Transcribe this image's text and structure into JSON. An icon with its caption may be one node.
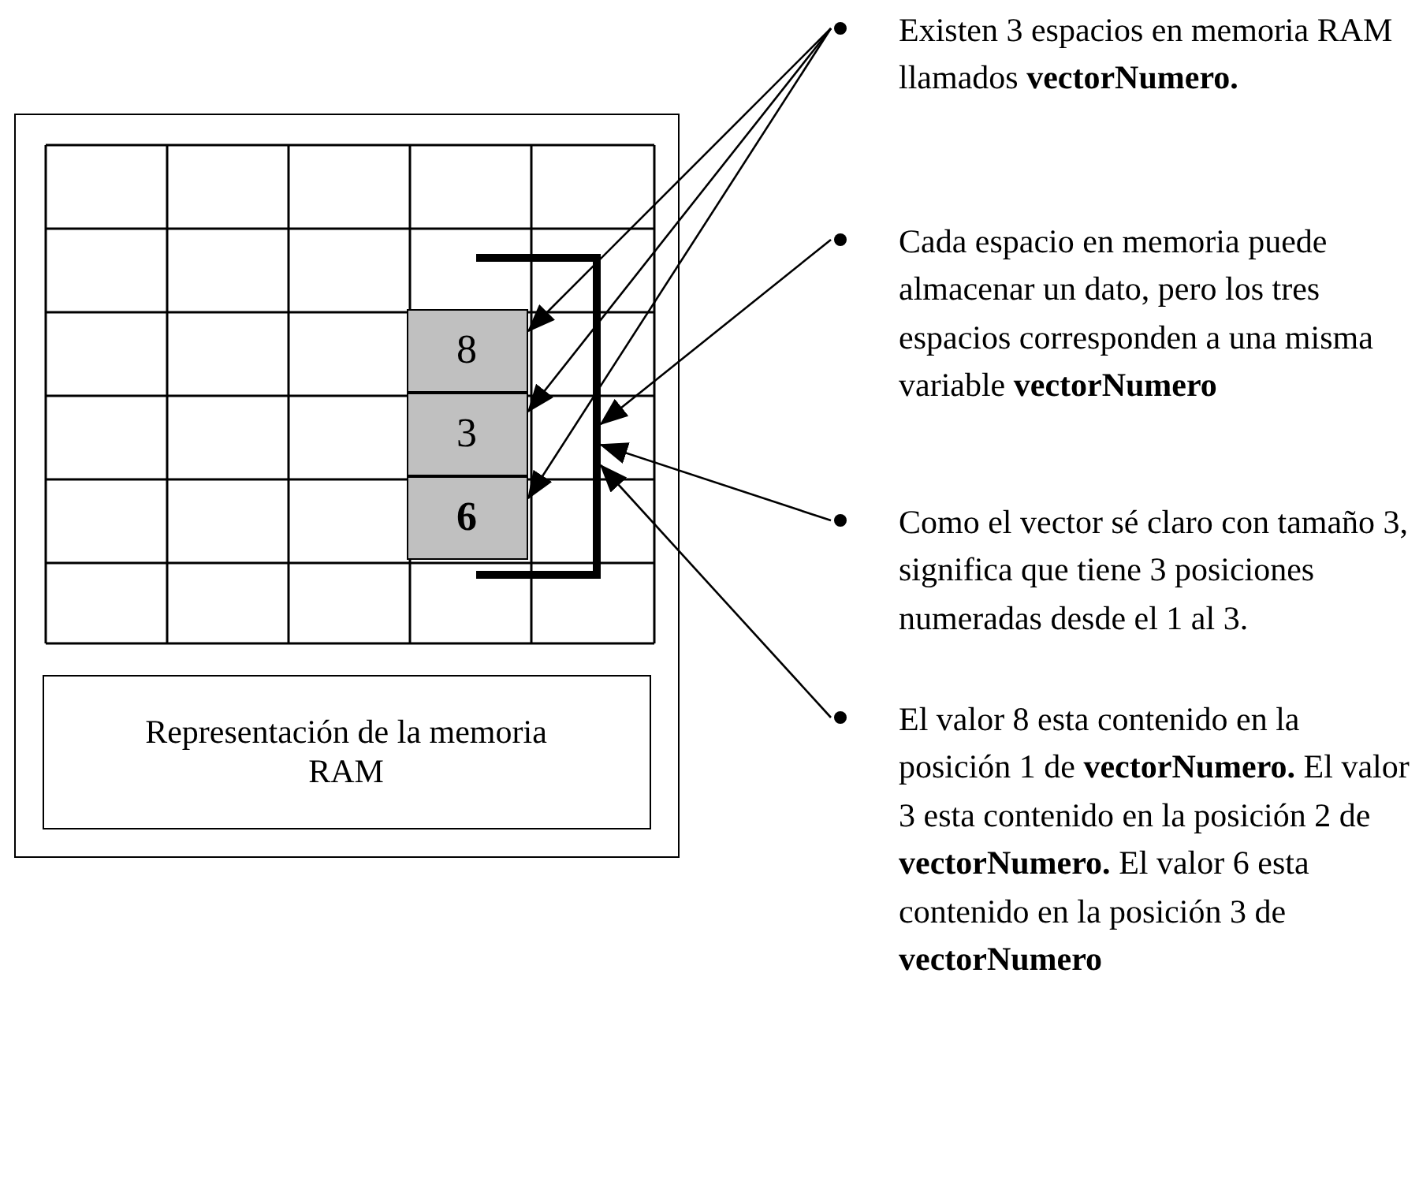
{
  "diagram": {
    "nodes": [
      {
        "text": [],
        "shape": "box"
      },
      {
        "text": [
          "Representación de la memoria RAM"
        ],
        "in": 0
      },
      {
        "text": [
          "8"
        ],
        "in": 0
      },
      {
        "text": [
          "3"
        ],
        "in": 0
      },
      {
        "text": [
          "6"
        ],
        "in": 0
      },
      {
        "text": [],
        "shape": "bracket",
        "in": 0
      },
      {
        "text": [
          "Existen 3 espacios en memoria RAM llamados **vectorNumero.**"
        ]
      },
      {
        "text": [
          "Cada espacio en memoria puede almacenar un dato, pero los tres espacios corresponden a una misma variable **vectorNumero**"
        ]
      },
      {
        "text": [
          "Como el vector sé claro con tamaño 3, significa que tiene 3 posiciones numeradas desde el 1 al 3."
        ]
      },
      {
        "text": [
          "El valor 8 esta contenido en la posición 1 de **vectorNumero.** El valor 3 esta contenido en la posición 2 de **vectorNumero.** El valor 6 esta contenido en la posición 3 de **vectorNumero**"
        ]
      }
    ],
    "edges": [
      {
        "from": 6,
        "to": 2,
        "arrow": "to"
      },
      {
        "from": 6,
        "to": 3,
        "arrow": "to"
      },
      {
        "from": 6,
        "to": 4,
        "arrow": "to"
      },
      {
        "from": 7,
        "to": 5,
        "arrow": "to"
      },
      {
        "from": 8,
        "to": 5,
        "arrow": "to"
      },
      {
        "from": 9,
        "to": 5,
        "arrow": "to"
      }
    ]
  }
}
